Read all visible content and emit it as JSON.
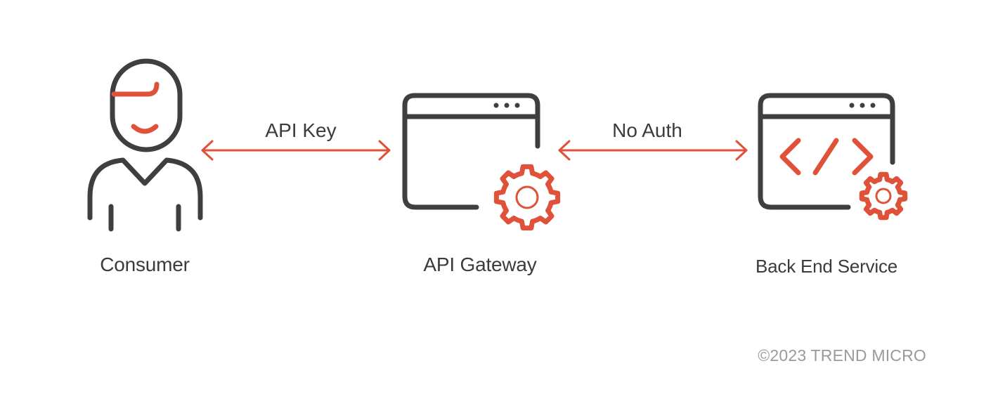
{
  "colors": {
    "outline": "#3f3f41",
    "accent": "#e0513a",
    "text": "#3b3b3d",
    "footer": "#9a9a9a"
  },
  "nodes": [
    {
      "id": "consumer",
      "label": "Consumer",
      "icon": "person-icon"
    },
    {
      "id": "gateway",
      "label": "API Gateway",
      "icon": "browser-gear-icon"
    },
    {
      "id": "backend",
      "label": "Back End Service",
      "icon": "browser-code-gear-icon"
    }
  ],
  "edges": [
    {
      "from": "consumer",
      "to": "gateway",
      "label": "API Key",
      "direction": "bidirectional"
    },
    {
      "from": "gateway",
      "to": "backend",
      "label": "No Auth",
      "direction": "bidirectional"
    }
  ],
  "footer": {
    "copyright": "©2023 TREND MICRO"
  }
}
